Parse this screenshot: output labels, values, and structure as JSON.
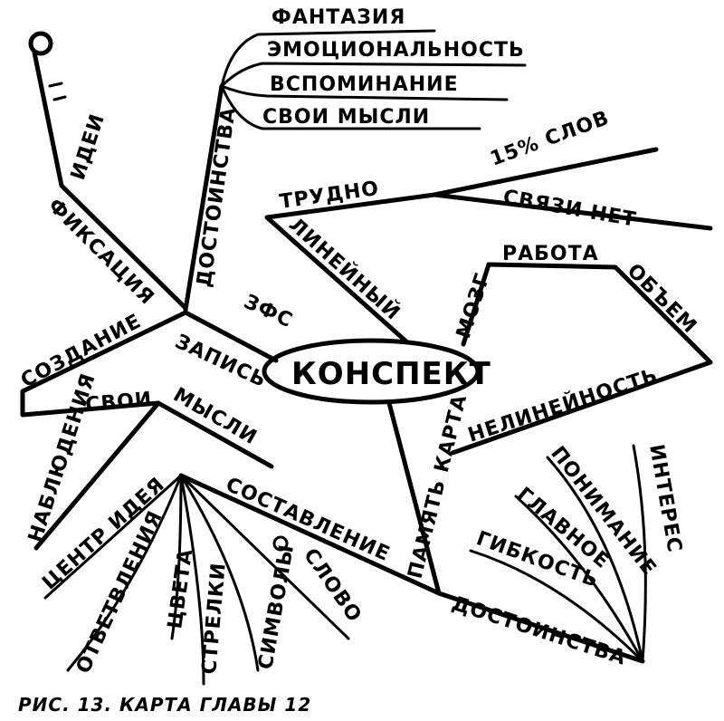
{
  "center": "КОНСПЕКТ",
  "caption": "РИС. 13. КАРТА ГЛАВЫ 12",
  "branches": {
    "merits_top": {
      "label": "ДОСТОИНСТВА",
      "items": [
        "ФАНТАЗИЯ",
        "ЭМОЦИОНАЛЬНОСТЬ",
        "ВСПОМИНАНИЕ",
        "СВОИ МЫСЛИ"
      ]
    },
    "ideas": "ИДЕИ",
    "fixation": "ФИКСАЦИЯ",
    "zfs": "ЗФС",
    "record": "ЗАПИСЬ",
    "linear": {
      "label": "ЛИНЕЙНЫЙ",
      "difficult": "ТРУДНО",
      "items": [
        "15% СЛОВ",
        "СВЯЗИ НЕТ"
      ]
    },
    "brain": {
      "label": "МОЗГ",
      "work": "РАБОТА",
      "volume": "ОБЪЕМ",
      "nonlinearity": "НЕЛИНЕЙНОСТЬ"
    },
    "creation": {
      "label": "СОЗДАНИЕ",
      "own": "СВОИ",
      "thoughts": "МЫСЛИ",
      "observations": "НАБЛЮДЕНИЯ"
    },
    "memory_map": "ПАМЯТЬ КАРТА",
    "composition": {
      "label": "СОСТАВЛЕНИЕ",
      "items": [
        "ЦЕНТР ИДЕЯ",
        "ОТВЕТВЛЕНИЯ",
        "ЦВЕТА",
        "СТРЕЛКИ",
        "СИМВОЛЫ",
        "СЛОВО"
      ]
    },
    "merits_bottom": {
      "label": "ДОСТОИНСТВА",
      "items": [
        "ГИБКОСТЬ",
        "ГЛАВНОЕ",
        "ПОНИМАНИЕ",
        "ИНТЕРЕС"
      ]
    }
  }
}
